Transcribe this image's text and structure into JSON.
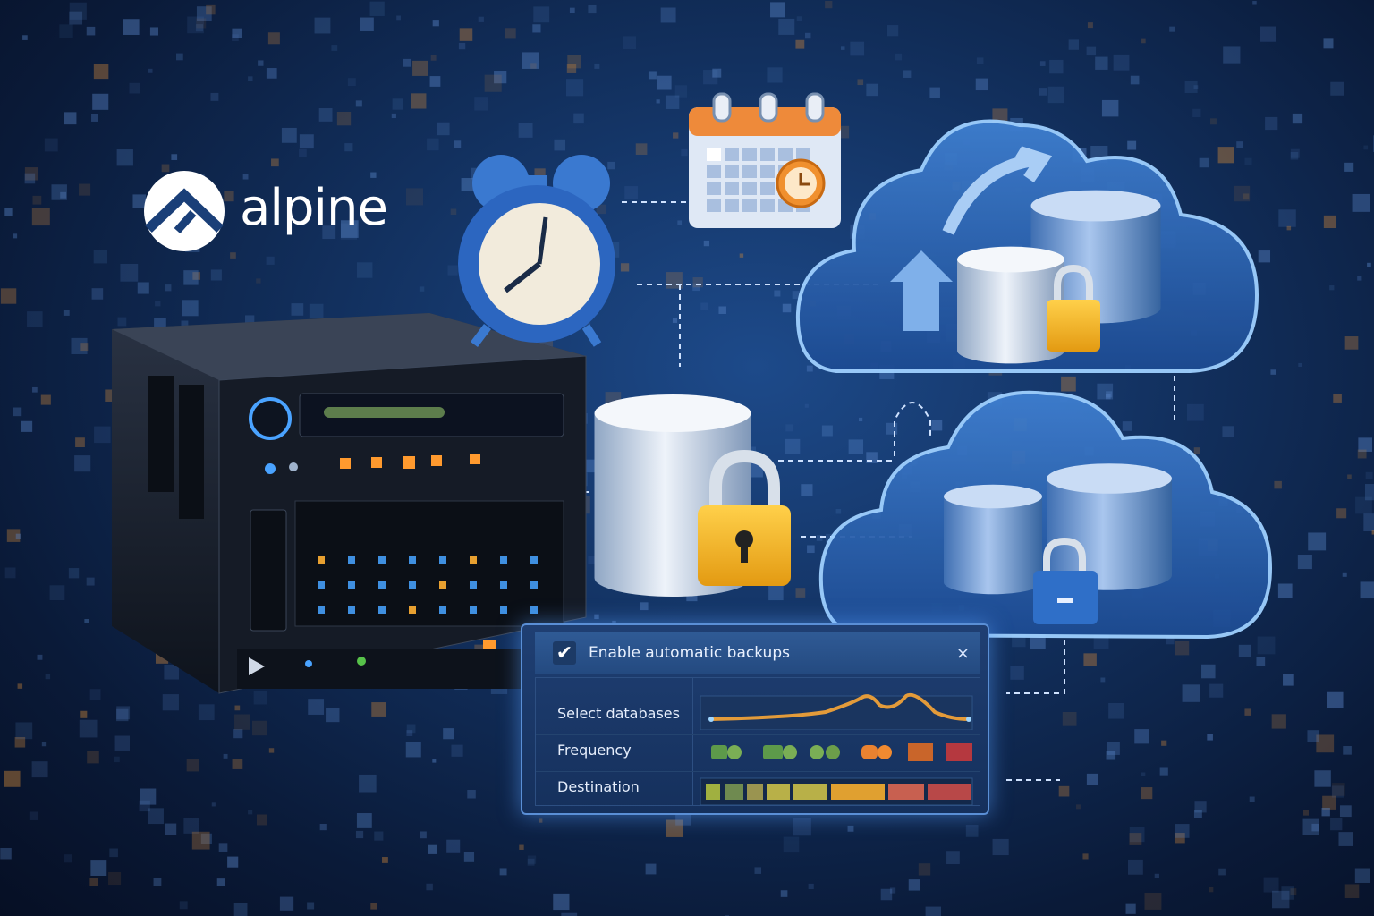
{
  "logo": {
    "text": "alpine"
  },
  "panel": {
    "checkbox_checked": true,
    "title": "Enable automatic backups",
    "close_label": "×",
    "rows": [
      {
        "label": "Select databases"
      },
      {
        "label": "Frequency"
      },
      {
        "label": "Destination"
      }
    ]
  },
  "colors": {
    "accent": "#4aa3ff",
    "lock": "#f2b632",
    "background": "#12305e"
  }
}
